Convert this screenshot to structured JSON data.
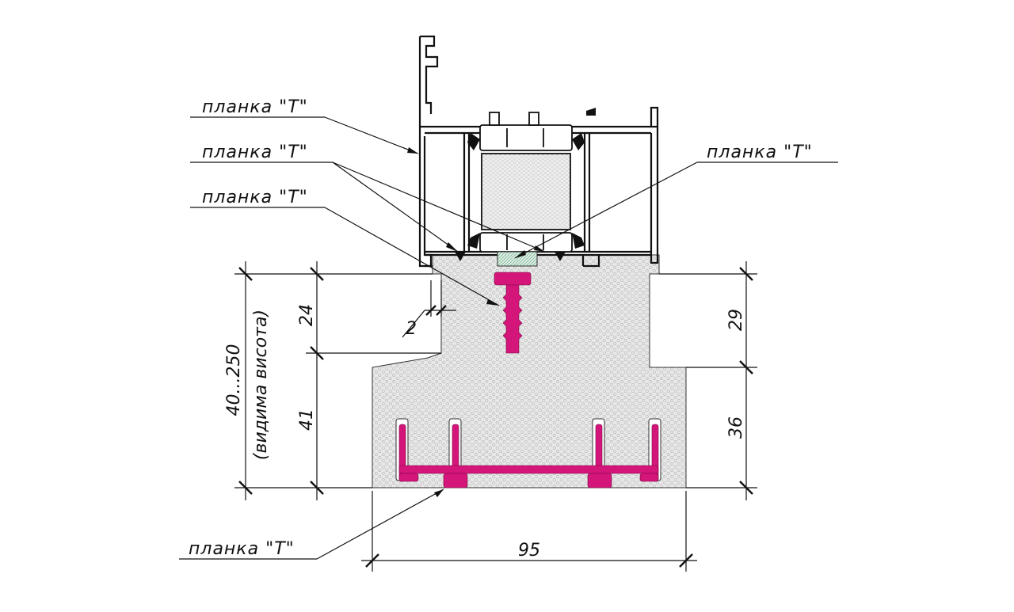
{
  "labels": {
    "l1": "планка \"Т\"",
    "l2": "планка \"Т\"",
    "l3": "планка \"Т\"",
    "l4": "планка \"Т\"",
    "l5": "планка \"Т\""
  },
  "dimensions": {
    "d24": "24",
    "d41": "41",
    "d29": "29",
    "d36": "36",
    "d95": "95",
    "d2": "2",
    "height_range": "40...250",
    "height_note": "(видима висота)"
  },
  "colors": {
    "accent": "#d4157a",
    "fill": "#e6e6e6",
    "line": "#111111"
  }
}
